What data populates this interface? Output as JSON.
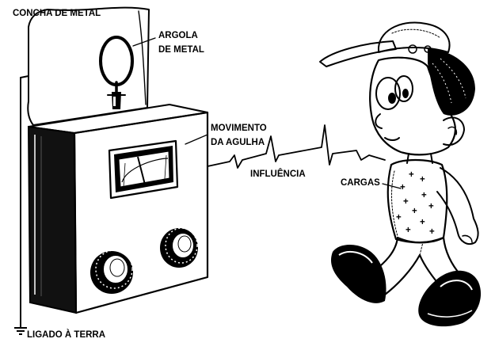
{
  "labels": {
    "concha": "CONCHA DE METAL",
    "argola_line1": "ARGOLA",
    "argola_line2": "DE METAL",
    "movimento_line1": "MOVIMENTO",
    "movimento_line2": "DA AGULHA",
    "influencia": "INFLUÊNCIA",
    "cargas": "CARGAS",
    "ligado": "LIGADO À TERRA"
  },
  "charge_symbols": [
    "+",
    "+",
    "+",
    "+",
    "+",
    "+",
    "+",
    "+",
    "+",
    "+",
    "+"
  ],
  "colors": {
    "ink": "#000000",
    "paper": "#ffffff"
  }
}
